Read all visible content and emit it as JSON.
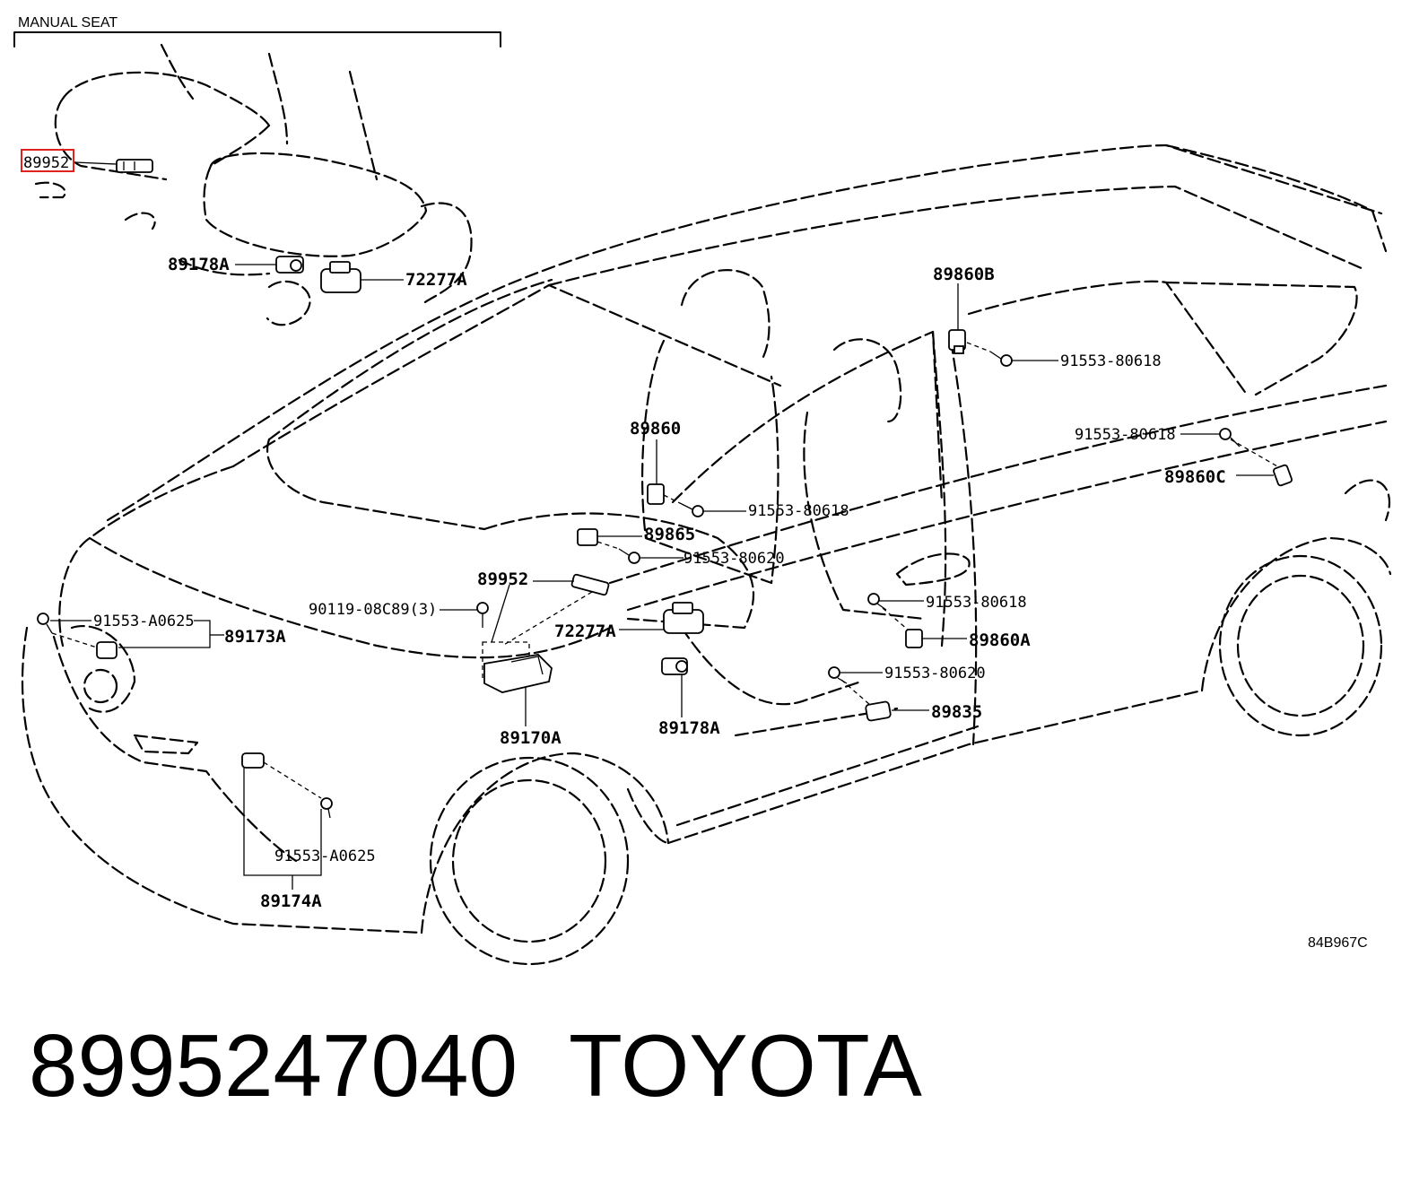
{
  "header": {
    "section": "MANUAL SEAT"
  },
  "callouts": {
    "seat_89952": "89952",
    "seat_89178A": "89178A",
    "seat_72277A": "72277A",
    "c_89860B": "89860B",
    "c_91553_80618_a": "91553-80618",
    "c_91553_80618_b": "91553-80618",
    "c_89860C": "89860C",
    "c_89860": "89860",
    "c_91553_80618_c": "91553-80618",
    "c_89865": "89865",
    "c_91553_80620_a": "91553-80620",
    "c_89952": "89952",
    "c_90119": "90119-08C89(3)",
    "c_91553_A0625_a": "91553-A0625",
    "c_89173A": "89173A",
    "c_72277A": "72277A",
    "c_91553_80618_d": "91553-80618",
    "c_89860A": "89860A",
    "c_91553_80620_b": "91553-80620",
    "c_89835": "89835",
    "c_89178A": "89178A",
    "c_89170A": "89170A",
    "c_91553_A0625_b": "91553-A0625",
    "c_89174A": "89174A"
  },
  "diagram_code": "84B967C",
  "caption": {
    "part_number": "8995247040",
    "brand": "TOYOTA"
  },
  "highlight_color": "#e0231e"
}
